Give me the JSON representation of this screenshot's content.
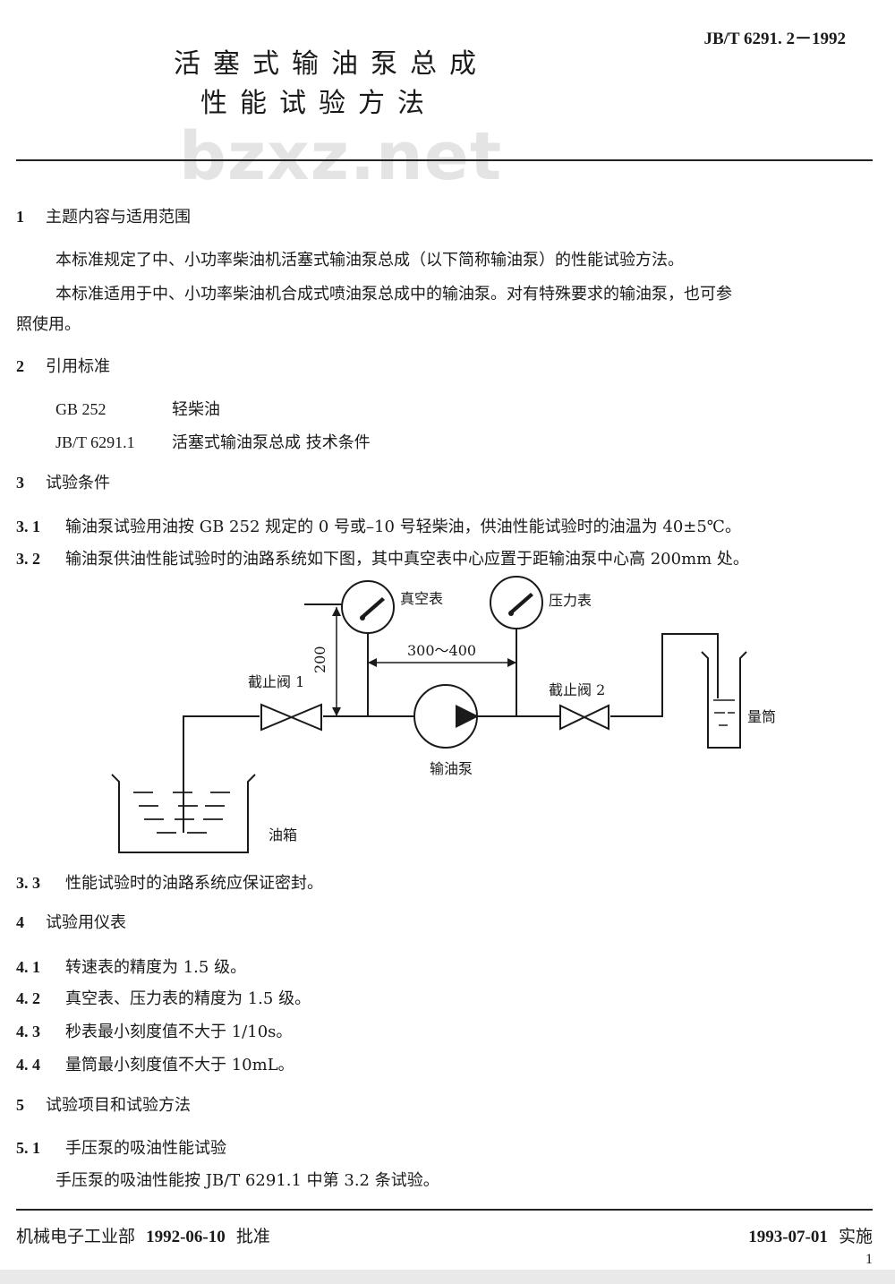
{
  "header": {
    "standard_code": "JB/T 6291. 2－1992",
    "title_line1": "活塞式输油泵总成",
    "title_line2": "性能试验方法",
    "watermark": "bzxz.net"
  },
  "sections": {
    "s1": {
      "num": "1",
      "title": "主题内容与适用范围",
      "p1": "本标准规定了中、小功率柴油机活塞式输油泵总成（以下简称输油泵）的性能试验方法。",
      "p2a": "本标准适用于中、小功率柴油机合成式喷油泵总成中的输油泵。对有特殊要求的输油泵，也可参",
      "p2b": "照使用。"
    },
    "s2": {
      "num": "2",
      "title": "引用标准",
      "refs": [
        {
          "code": "GB  252",
          "name": "轻柴油"
        },
        {
          "code": "JB/T  6291.1",
          "name": "活塞式输油泵总成    技术条件"
        }
      ]
    },
    "s3": {
      "num": "3",
      "title": "试验条件",
      "s3_1_num": "3. 1",
      "s3_1": "输油泵试验用油按 GB  252 规定的 0 号或–10 号轻柴油，供油性能试验时的油温为 40±5℃。",
      "s3_2_num": "3. 2",
      "s3_2": "输油泵供油性能试验时的油路系统如下图，其中真空表中心应置于距输油泵中心高 200mm 处。",
      "s3_3_num": "3. 3",
      "s3_3": "性能试验时的油路系统应保证密封。"
    },
    "s4": {
      "num": "4",
      "title": "试验用仪表",
      "items": [
        {
          "num": "4. 1",
          "text": "转速表的精度为 1.5 级。"
        },
        {
          "num": "4. 2",
          "text": "真空表、压力表的精度为 1.5 级。"
        },
        {
          "num": "4. 3",
          "text": "秒表最小刻度值不大于 1/10s。"
        },
        {
          "num": "4. 4",
          "text": "量筒最小刻度值不大于 10mL。"
        }
      ]
    },
    "s5": {
      "num": "5",
      "title": "试验项目和试验方法",
      "s5_1_num": "5. 1",
      "s5_1_title": "手压泵的吸油性能试验",
      "s5_1_text": "手压泵的吸油性能按 JB/T  6291.1 中第 3.2 条试验。"
    }
  },
  "diagram": {
    "vacuum_gauge": "真空表",
    "pressure_gauge": "压力表",
    "dim_200": "200",
    "dim_300_400": "300～400",
    "valve1": "截止阀 1",
    "valve2": "截止阀 2",
    "pump": "输油泵",
    "cylinder": "量筒",
    "tank": "油箱"
  },
  "footer": {
    "dept": "机械电子工业部",
    "approve_date": "1992-06-10",
    "approve": "批准",
    "impl_date": "1993-07-01",
    "impl": "实施",
    "page": "1"
  }
}
